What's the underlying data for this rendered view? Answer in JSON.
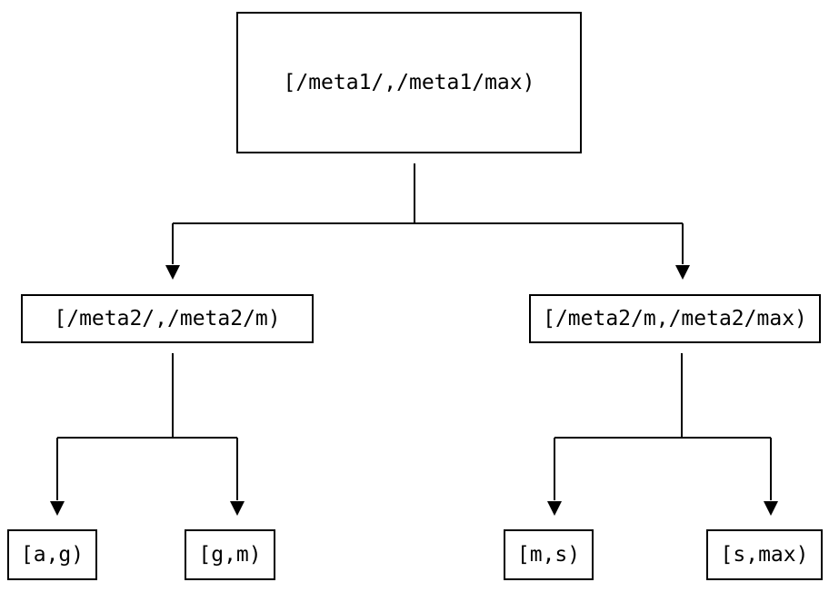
{
  "diagram": {
    "type": "tree",
    "description": "Binary partition tree of key ranges",
    "colors": {
      "background": "#ffffff",
      "line": "#000000",
      "text": "#000000"
    },
    "nodes": {
      "root": {
        "label": "[/meta1/,/meta1/max)"
      },
      "mid_left": {
        "label": "[/meta2/,/meta2/m)"
      },
      "mid_right": {
        "label": "[/meta2/m,/meta2/max)"
      },
      "leaf_ag": {
        "label": "[a,g)"
      },
      "leaf_gm": {
        "label": "[g,m)"
      },
      "leaf_ms": {
        "label": "[m,s)"
      },
      "leaf_smax": {
        "label": "[s,max)"
      }
    },
    "edges": [
      {
        "from": "root",
        "to": "mid_left"
      },
      {
        "from": "root",
        "to": "mid_right"
      },
      {
        "from": "mid_left",
        "to": "leaf_ag"
      },
      {
        "from": "mid_left",
        "to": "leaf_gm"
      },
      {
        "from": "mid_right",
        "to": "leaf_ms"
      },
      {
        "from": "mid_right",
        "to": "leaf_smax"
      }
    ]
  }
}
